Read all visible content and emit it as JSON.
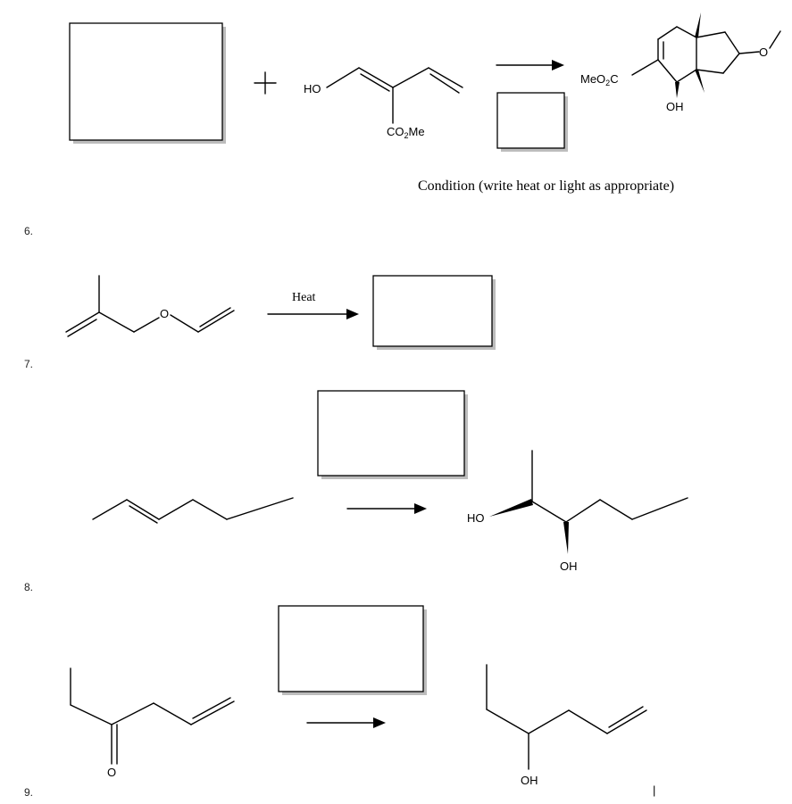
{
  "problems": [
    {
      "number": "",
      "reagent_labels": {
        "hydroxyl": "HO",
        "ester": "CO",
        "ester_sub": "2",
        "ester_tail": "Me"
      },
      "product_labels": {
        "ester": "MeO",
        "ester_sub": "2",
        "ester_tail": "C",
        "hydroxyl": "OH"
      },
      "condition_caption": "Condition (write heat or light as appropriate)"
    },
    {
      "number": "6.",
      "arrow_label": "Heat"
    },
    {
      "number": "7.",
      "product_labels": {
        "left_hydroxyl": "HO",
        "bottom_hydroxyl": "OH"
      }
    },
    {
      "number": "8.",
      "product_labels": {
        "hydroxyl": "OH"
      }
    },
    {
      "number": "9."
    }
  ],
  "text_cursor": "|"
}
